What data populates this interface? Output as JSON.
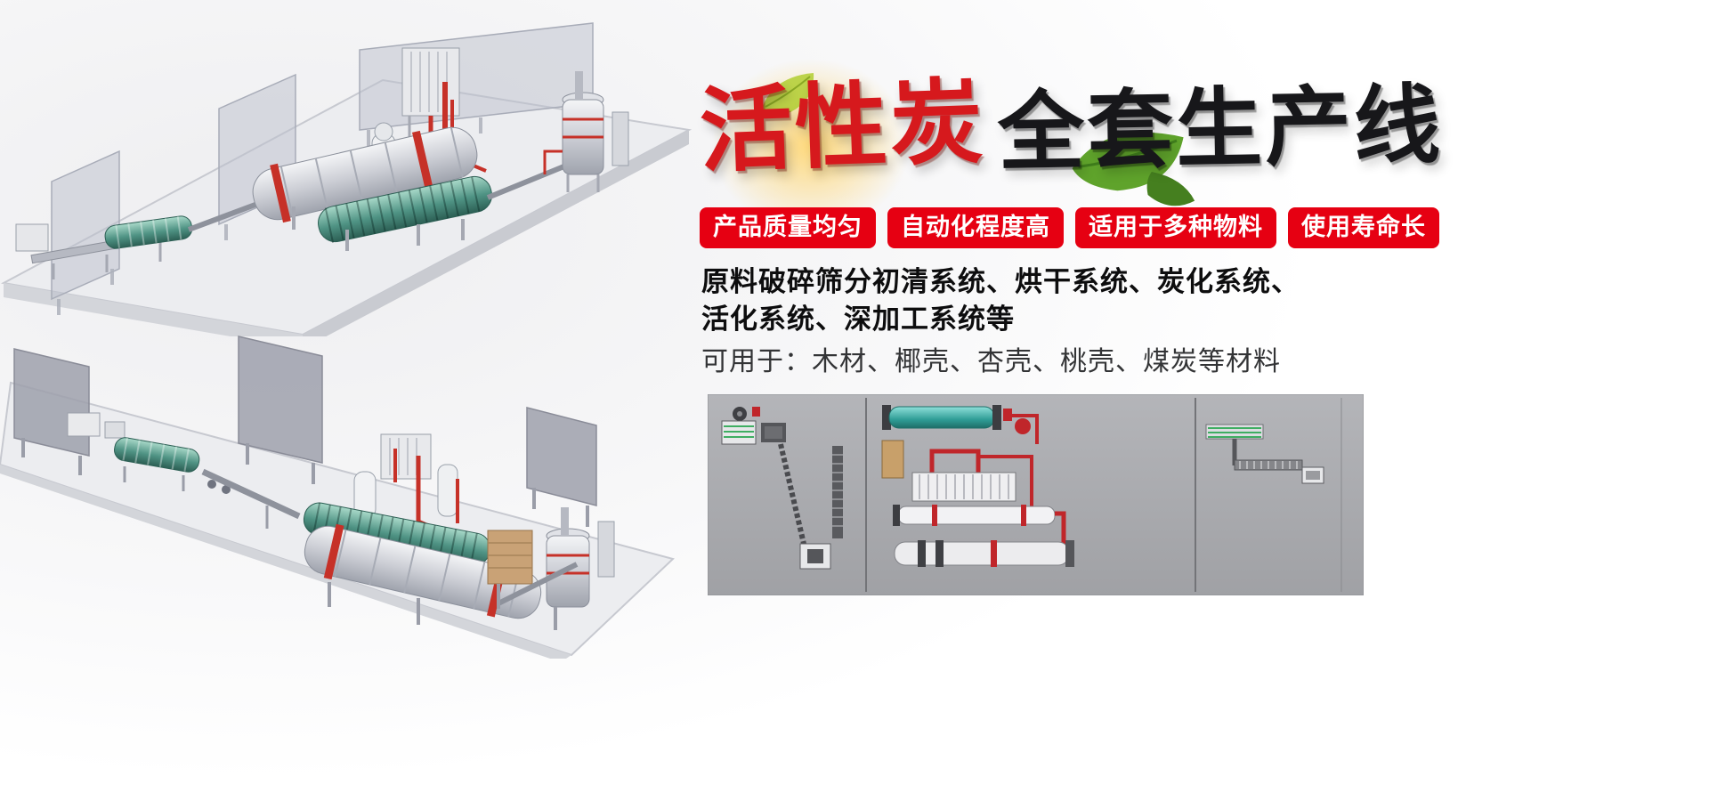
{
  "title": {
    "red": "活性炭",
    "black": "全套生产线"
  },
  "badges": [
    "产品质量均匀",
    "自动化程度高",
    "适用于多种物料",
    "使用寿命长"
  ],
  "description": {
    "line1": "原料破碎筛分初清系统、烘干系统、炭化系统、",
    "line2": "活化系统、深加工系统等",
    "line3": "可用于：木材、椰壳、杏壳、桃壳、煤炭等材料"
  },
  "colors": {
    "badge_red": "#e60012",
    "title_red": "#d6191d",
    "title_black": "#17171a",
    "leaf_green": "#6ab32e",
    "pipe_red": "#c63128",
    "drum_teal": "#4f9384",
    "panel_gray": "#a8a9ad"
  }
}
